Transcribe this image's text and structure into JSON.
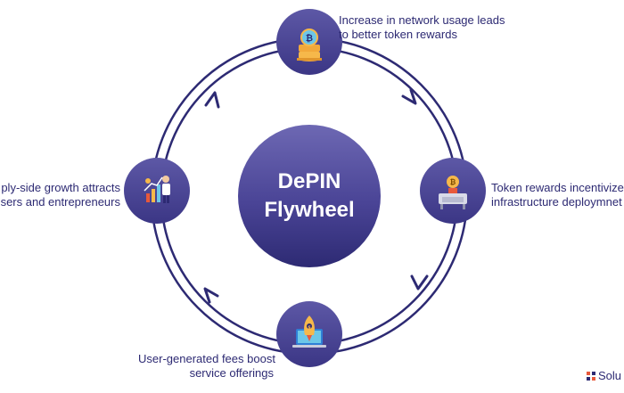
{
  "center": {
    "line1": "DePIN",
    "line2": "Flywheel"
  },
  "nodes": {
    "top": {
      "icon": "coin-stack-icon",
      "line1": "Increase in network usage leads",
      "line2": "to better token rewards"
    },
    "right": {
      "icon": "token-reward-desk-icon",
      "line1": "Token rewards incentivize",
      "line2": "infrastructure deploymnet"
    },
    "bottom": {
      "icon": "rocket-laptop-icon",
      "line1": "User-generated fees boost",
      "line2": "service offerings"
    },
    "left": {
      "icon": "growth-people-icon",
      "line1": "ply-side growth attracts",
      "line2": "users and entrepreneurs"
    }
  },
  "brand": {
    "text": "Solu"
  },
  "colors": {
    "ring": "#2d2a73",
    "node": "#4a4496",
    "center_gradient_top": "#6b66b0",
    "center_gradient_bottom": "#2d2a73",
    "text": "#2d2a73"
  }
}
